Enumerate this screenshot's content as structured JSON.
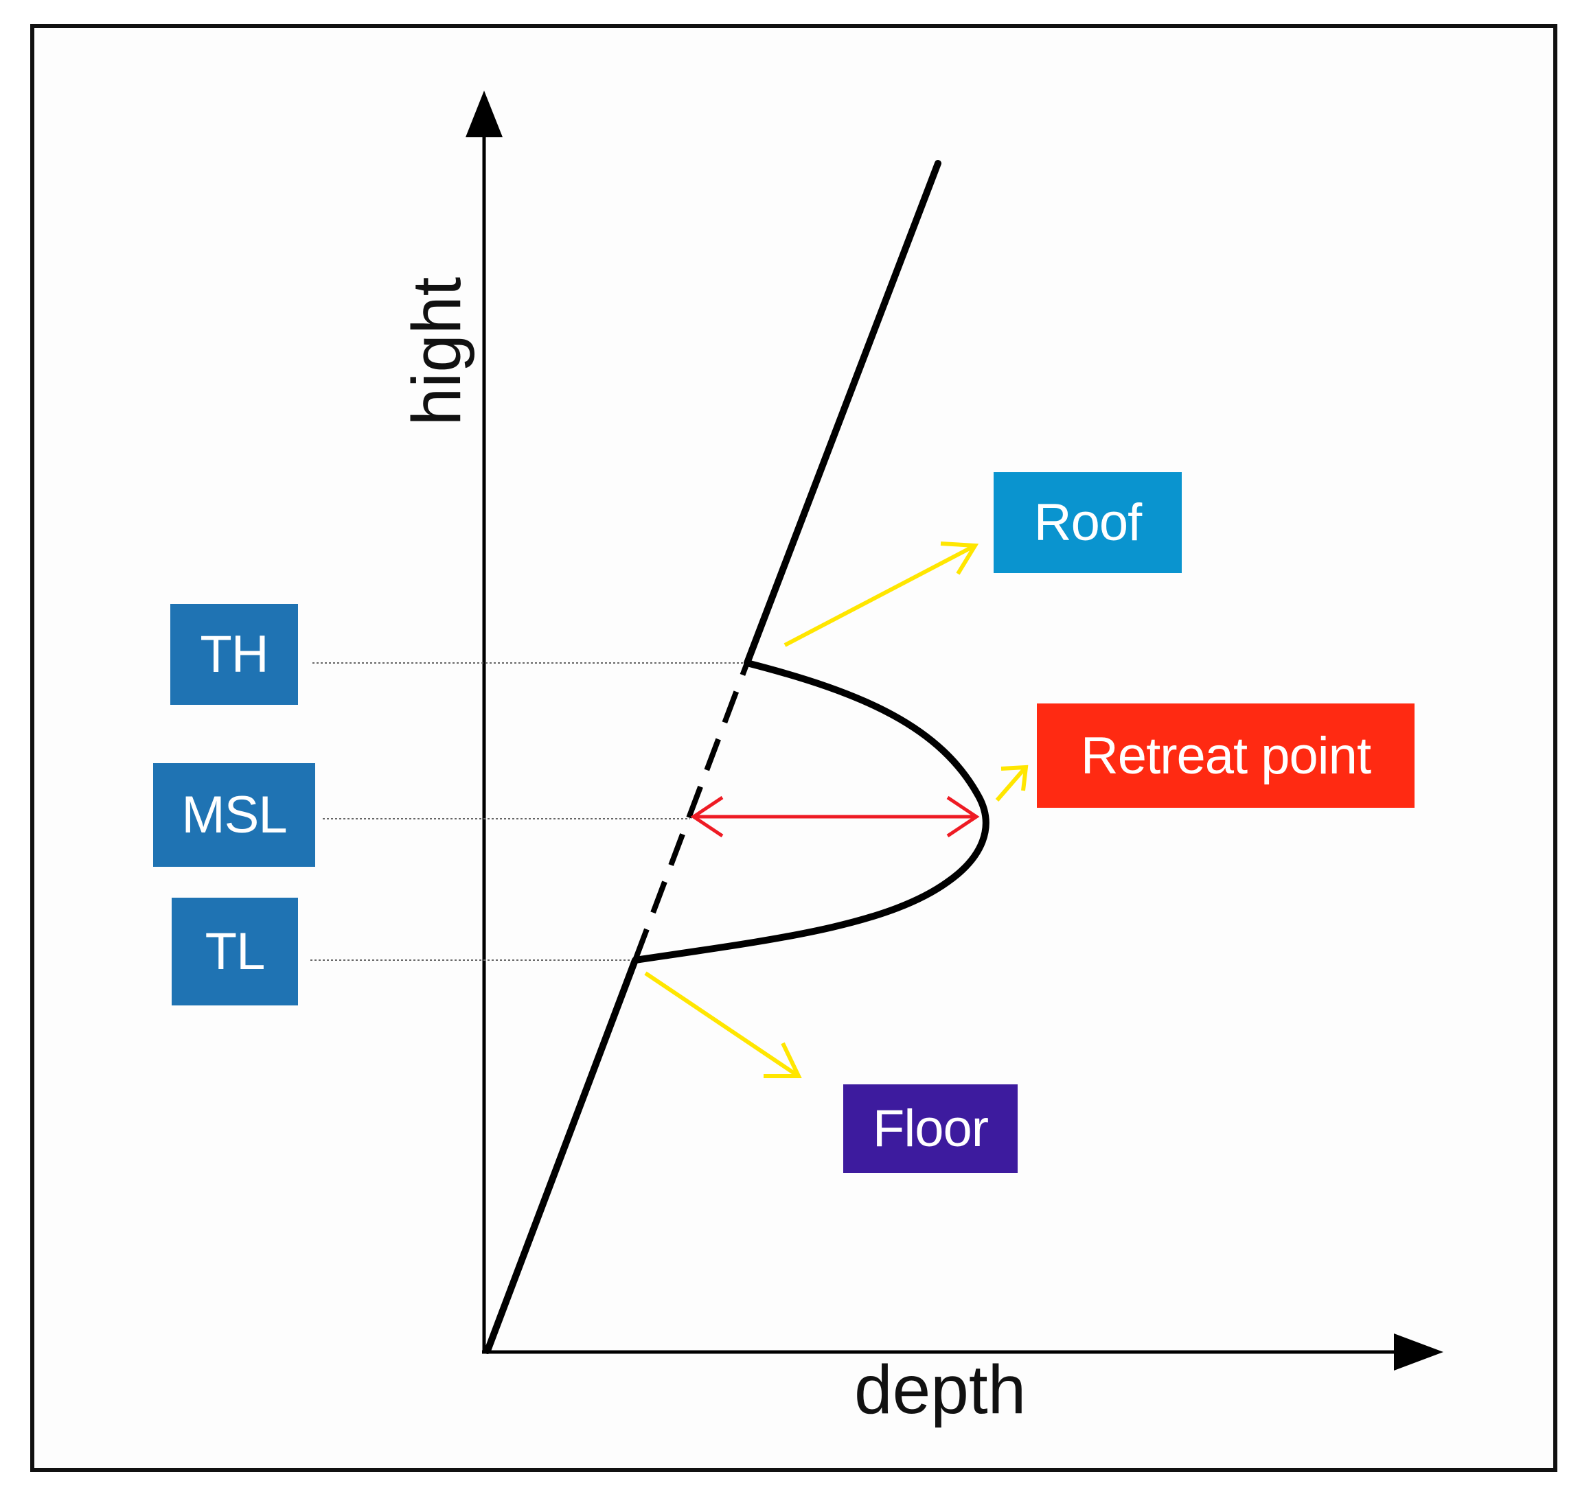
{
  "axes": {
    "x_label": "depth",
    "y_label": "hight"
  },
  "levels": {
    "th": "TH",
    "msl": "MSL",
    "tl": "TL"
  },
  "callouts": {
    "roof": "Roof",
    "retreat_point": "Retreat point",
    "floor": "Floor"
  },
  "colors": {
    "level_box": "#1f73b3",
    "roof_box": "#0a94cf",
    "retreat_box": "#ff2a12",
    "floor_box": "#3d1b9e",
    "pointer_arrow": "#ffe600",
    "retreat_arrow": "#ee1b24",
    "profile_line": "#000000"
  }
}
